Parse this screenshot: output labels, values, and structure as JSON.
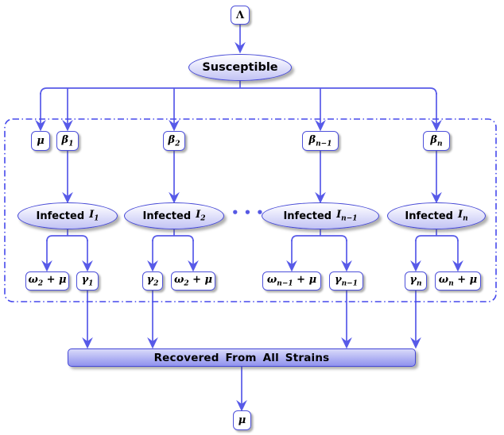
{
  "palette": {
    "arrow": "#575ae8",
    "dashed_border": "#4649ec",
    "node_border": "#4d50da",
    "node_fill_top": "#ececfd",
    "node_fill_bottom": "#a8aaf0",
    "text": "#000000"
  },
  "top": {
    "lambda": "Λ"
  },
  "susceptible": {
    "label": "Susceptible"
  },
  "rates_in": {
    "mu": "μ",
    "betas": [
      {
        "base": "β",
        "sub": "1"
      },
      {
        "base": "β",
        "sub": "2"
      },
      {
        "base": "β",
        "sub": "n−1"
      },
      {
        "base": "β",
        "sub": "n"
      }
    ]
  },
  "infected": {
    "prefix": "Infected",
    "ellipsis": "•••",
    "items": [
      {
        "base": "I",
        "sub": "1"
      },
      {
        "base": "I",
        "sub": "2"
      },
      {
        "base": "I",
        "sub": "n−1"
      },
      {
        "base": "I",
        "sub": "n"
      }
    ]
  },
  "rates_out": [
    {
      "base": "ω",
      "sub": "2",
      "rest": " + μ"
    },
    {
      "base": "γ",
      "sub": "1",
      "rest": ""
    },
    {
      "base": "γ",
      "sub": "2",
      "rest": ""
    },
    {
      "base": "ω",
      "sub": "2",
      "rest": " + μ"
    },
    {
      "base": "ω",
      "sub": "n−1",
      "rest": " + μ"
    },
    {
      "base": "γ",
      "sub": "n−1",
      "rest": ""
    },
    {
      "base": "γ",
      "sub": "n",
      "rest": ""
    },
    {
      "base": "ω",
      "sub": "n",
      "rest": " + μ"
    }
  ],
  "recovered": {
    "label": "Recovered From All Strains"
  },
  "bottom": {
    "mu": "μ"
  }
}
